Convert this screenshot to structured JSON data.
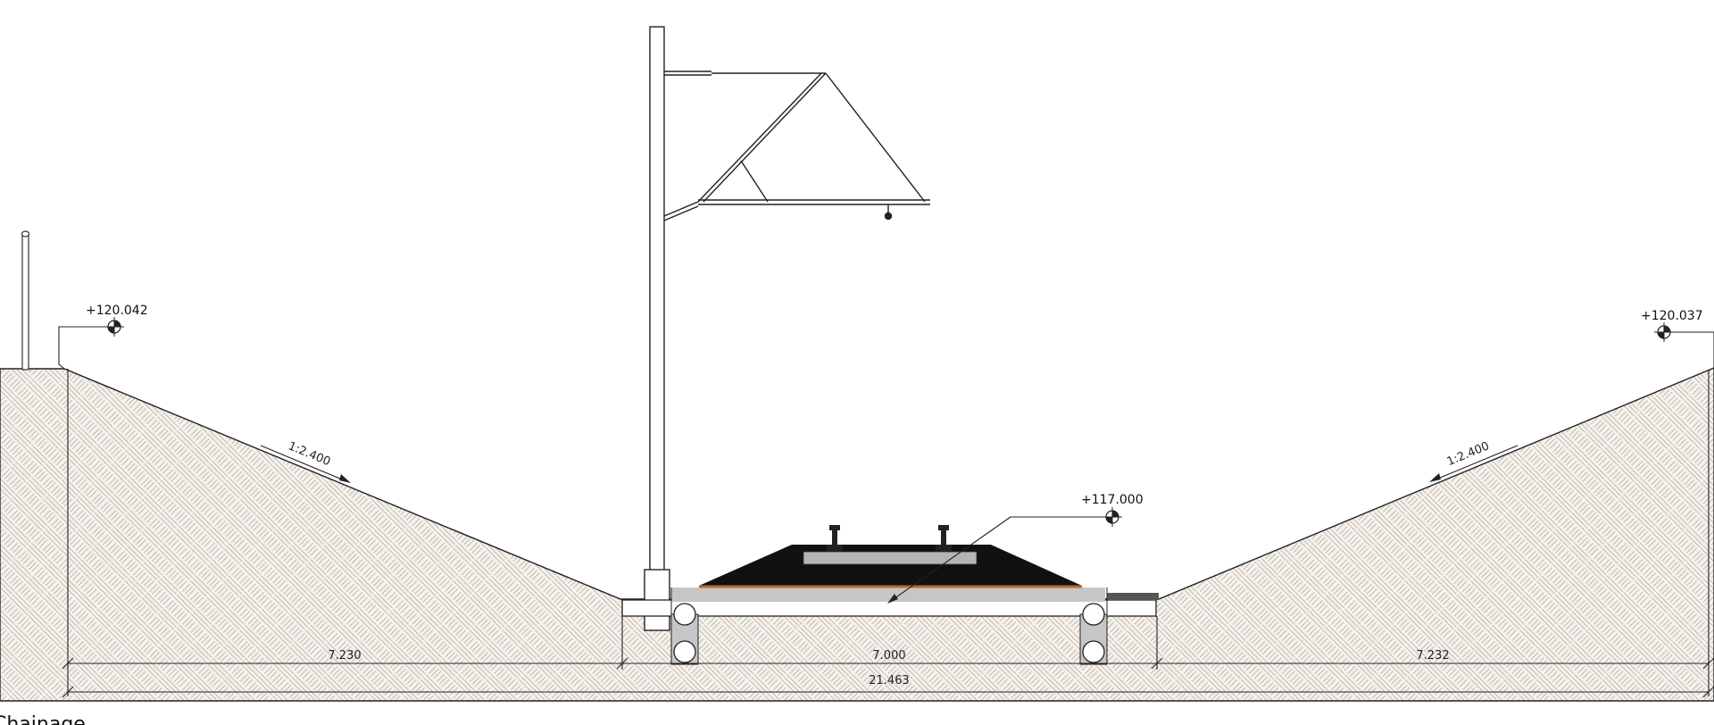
{
  "levels": {
    "top_left": "+120.042",
    "top_right": "+120.037",
    "track": "+117.000"
  },
  "slopes": {
    "left": "1:2.400",
    "right": "1:2.400"
  },
  "dimensions": {
    "left": "7.230",
    "middle": "7.000",
    "right": "7.232",
    "total": "21.463"
  },
  "footer_label": "Chainage",
  "colors": {
    "hatch": "#c9beb3",
    "ground": "#f6f3ef",
    "ballast": "#111111",
    "sleeper": "#b5b5b5",
    "subballast": "#c6c6c6",
    "blanket": "#b8682a",
    "line": "#222222"
  }
}
